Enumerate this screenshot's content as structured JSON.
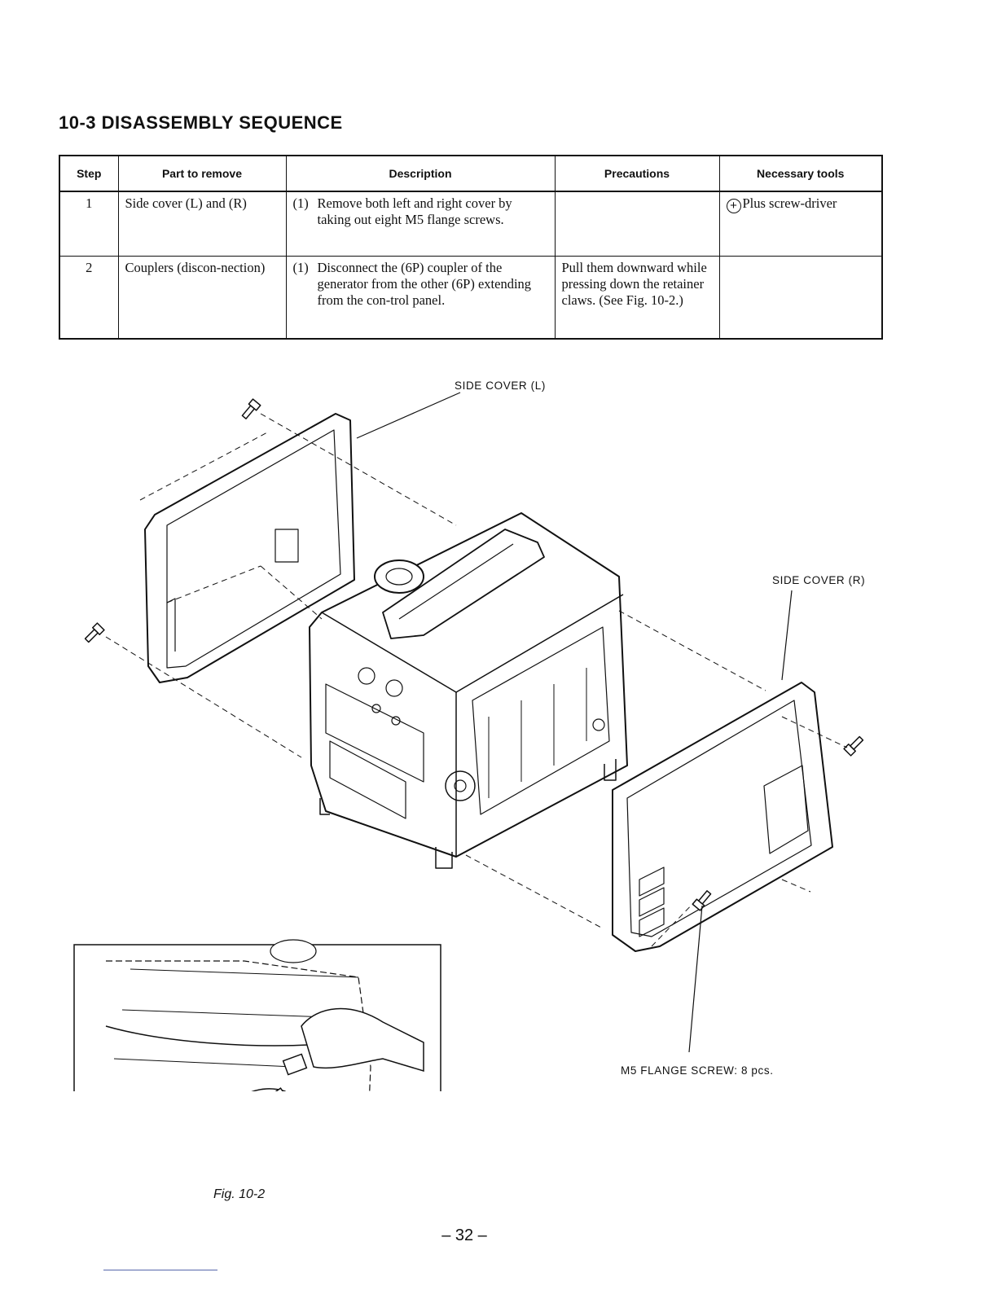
{
  "section": {
    "title": "10-3 DISASSEMBLY SEQUENCE"
  },
  "table": {
    "headers": [
      "Step",
      "Part to remove",
      "Description",
      "Precautions",
      "Necessary tools"
    ],
    "rows": [
      {
        "step": "1",
        "part": "Side cover (L) and (R)",
        "desc_num": "(1)",
        "desc": "Remove both left and right cover by taking out eight M5 flange screws.",
        "precautions": "",
        "tools_symbol": "+",
        "tools": "Plus screw-driver"
      },
      {
        "step": "2",
        "part": "Couplers (discon-nection)",
        "desc_num": "(1)",
        "desc": "Disconnect the (6P) coupler of the generator from the other (6P) extending from the con-trol panel.",
        "precautions": "Pull them downward while pressing down the retainer claws. (See Fig. 10-2.)",
        "tools_symbol": "",
        "tools": ""
      }
    ]
  },
  "diagram": {
    "label_side_cover_l": "SIDE COVER (L)",
    "label_side_cover_r": "SIDE COVER (R)",
    "label_screw": "M5 FLANGE SCREW: 8 pcs."
  },
  "figure": {
    "caption": "Fig. 10-2"
  },
  "page": {
    "number": "– 32 –"
  }
}
